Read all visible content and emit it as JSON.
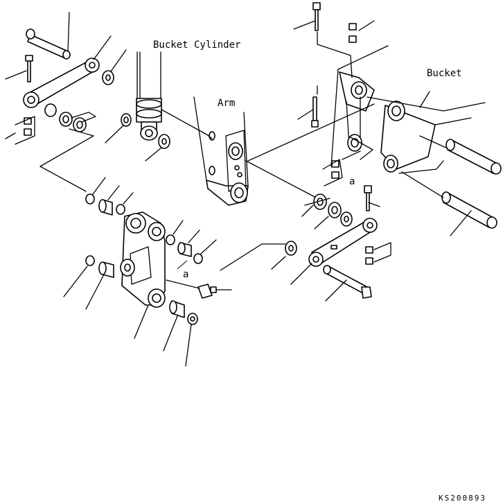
{
  "labels": {
    "bucket_cylinder": "Bucket Cylinder",
    "arm": "Arm",
    "bucket": "Bucket",
    "ref_a_left": "a",
    "ref_a_right": "a",
    "drawing_code": "KS200893"
  },
  "colors": {
    "line": "#000000",
    "background": "#ffffff"
  }
}
